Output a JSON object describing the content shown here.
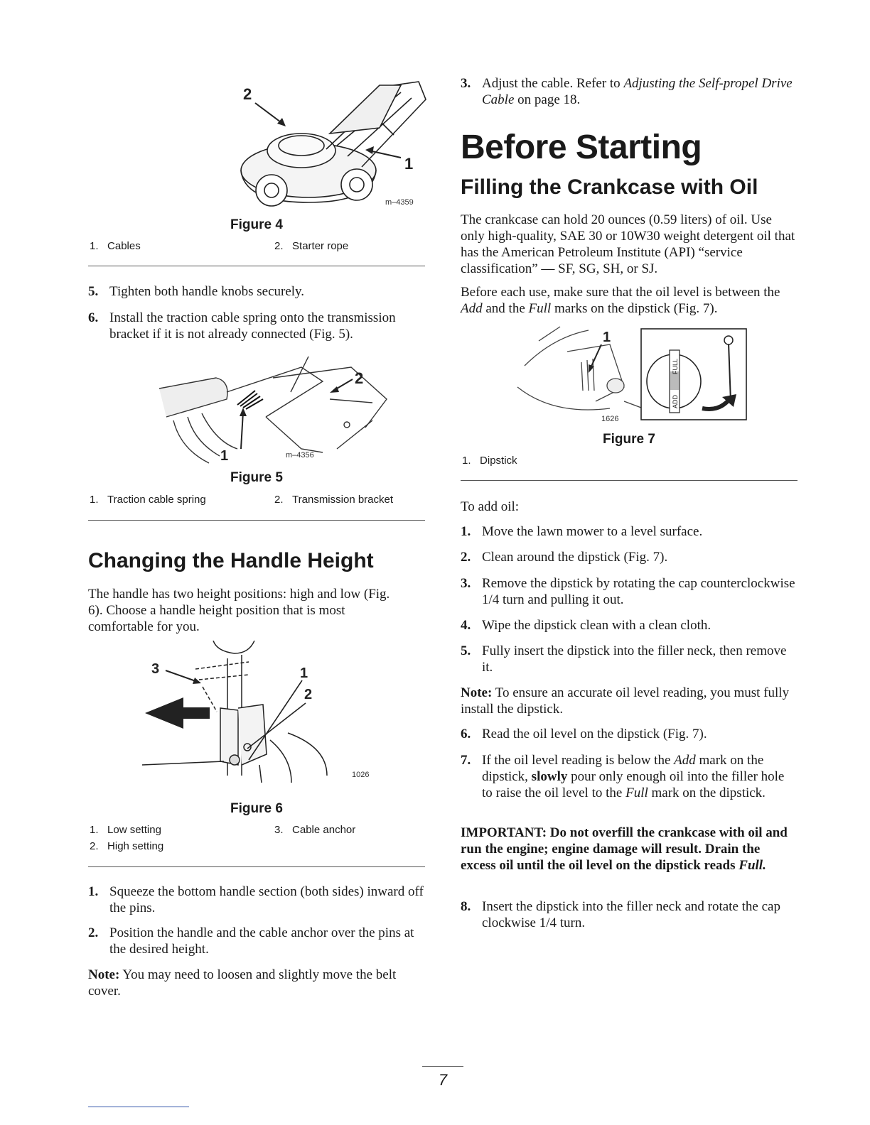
{
  "left": {
    "figure4": {
      "callout_2": "2",
      "callout_1": "1",
      "code": "m–4359",
      "title": "Figure 4",
      "legend": [
        {
          "num": "1.",
          "text": "Cables"
        },
        {
          "num": "2.",
          "text": "Starter rope"
        }
      ]
    },
    "steps_a": [
      {
        "num": "5.",
        "text": "Tighten both handle knobs securely."
      },
      {
        "num": "6.",
        "text": "Install the traction cable spring onto the transmission bracket if it is not already connected (Fig. 5)."
      }
    ],
    "figure5": {
      "callout_2": "2",
      "callout_1": "1",
      "code": "m–4356",
      "title": "Figure 5",
      "legend": [
        {
          "num": "1.",
          "text": "Traction cable spring"
        },
        {
          "num": "2.",
          "text": "Transmission bracket"
        }
      ]
    },
    "handle_heading": "Changing the Handle Height",
    "handle_intro": "The handle has two height positions: high and low (Fig. 6). Choose a handle height position that is most comfortable for you.",
    "figure6": {
      "callout_3": "3",
      "callout_1": "1",
      "callout_2": "2",
      "code": "1026",
      "title": "Figure 6",
      "legend": [
        {
          "num": "1.",
          "text": "Low setting"
        },
        {
          "num": "2.",
          "text": "High setting"
        },
        {
          "num": "3.",
          "text": "Cable anchor"
        }
      ]
    },
    "steps_b": [
      {
        "num": "1.",
        "text": "Squeeze the bottom handle section (both sides) inward off the pins."
      },
      {
        "num": "2.",
        "text": "Position the handle and the cable anchor over the pins at the desired height."
      }
    ],
    "note_label": "Note:",
    "note_text": " You may need to loosen and slightly move the belt cover."
  },
  "right": {
    "step3_num": "3.",
    "step3_pre": "Adjust the cable. Refer to ",
    "step3_ref": "Adjusting the Self-propel Drive Cable",
    "step3_post": " on page 18.",
    "main_heading": "Before Starting",
    "sub_heading": "Filling the Crankcase with Oil",
    "para1": "The crankcase can hold 20 ounces (0.59 liters) of oil. Use only high-quality, SAE 30 or 10W30 weight detergent oil that has the American Petroleum Institute (API) “service classification” — SF, SG, SH, or SJ.",
    "para2_pre": "Before each use, make sure that the oil level is between the ",
    "para2_add": "Add",
    "para2_mid": " and the ",
    "para2_full": "Full",
    "para2_post": " marks on the dipstick (Fig. 7).",
    "figure7": {
      "callout_1": "1",
      "code": "1626",
      "full_mark": "FULL",
      "add_mark": "ADD",
      "title": "Figure 7",
      "legend": [
        {
          "num": "1.",
          "text": "Dipstick"
        }
      ]
    },
    "to_add": "To add oil:",
    "steps": [
      {
        "num": "1.",
        "text": "Move the lawn mower to a level surface."
      },
      {
        "num": "2.",
        "text": "Clean around the dipstick (Fig. 7)."
      },
      {
        "num": "3.",
        "text": "Remove the dipstick by rotating the cap counterclockwise 1/4 turn and pulling it out."
      },
      {
        "num": "4.",
        "text": "Wipe the dipstick clean with a clean cloth."
      },
      {
        "num": "5.",
        "text": "Fully insert the dipstick into the filler neck, then remove it."
      }
    ],
    "note_label": "Note:",
    "note_text": " To ensure an accurate oil level reading, you must fully install the dipstick.",
    "step6": {
      "num": "6.",
      "text": "Read the oil level on the dipstick (Fig. 7)."
    },
    "step7": {
      "num": "7.",
      "pre": "If the oil level reading is below the ",
      "add": "Add",
      "mid": " mark on the dipstick, ",
      "slowly": "slowly",
      "mid2": " pour only enough oil into the filler hole to raise the oil level to the ",
      "full": "Full",
      "post": " mark on the dipstick."
    },
    "important": "IMPORTANT: Do not overfill the crankcase with oil and run the engine; engine damage will result. Drain the excess oil until the oil level on the dipstick reads ",
    "important_full": "Full.",
    "step8": {
      "num": "8.",
      "text": "Insert the dipstick into the filler neck and rotate the cap clockwise 1/4 turn."
    }
  },
  "page_number": "7"
}
